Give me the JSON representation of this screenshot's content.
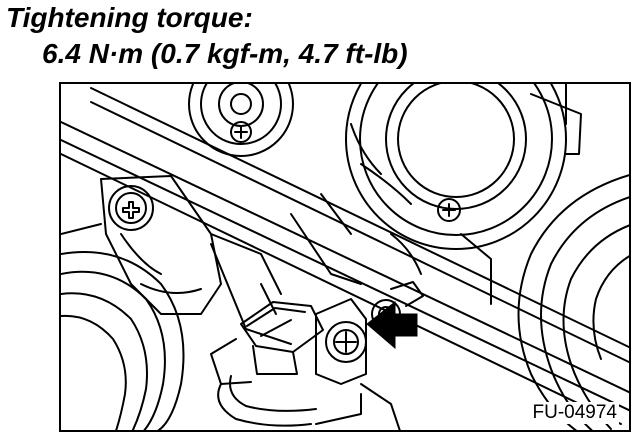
{
  "heading": {
    "title": "Tightening torque:",
    "torque": "6.4 N·m (0.7 kgf-m, 4.7 ft-lb)"
  },
  "figure": {
    "code": "FU-04974",
    "icons": [
      "bolt-icon",
      "arrow-icon",
      "connector-icon"
    ]
  }
}
